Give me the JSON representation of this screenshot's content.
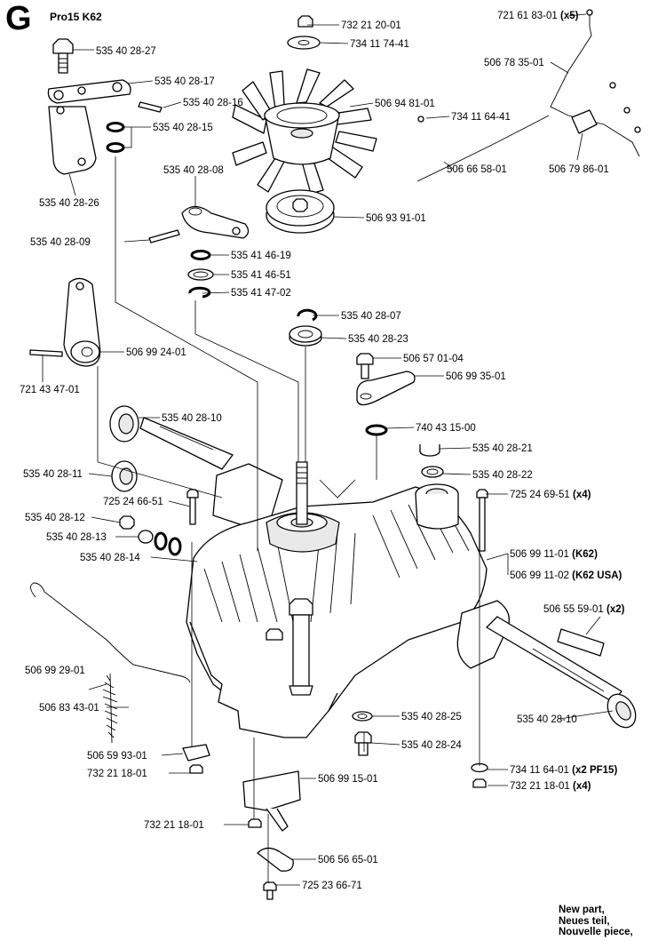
{
  "header": {
    "section": "G",
    "model": "Pro15 K62"
  },
  "legend": [
    "New part,",
    "Neues teil,",
    "Nouvelle piece,"
  ],
  "callouts": [
    {
      "id": "c01",
      "number": "732 21 20-01",
      "qty": ""
    },
    {
      "id": "c02",
      "number": "734 11 74-41",
      "qty": ""
    },
    {
      "id": "c03",
      "number": "721 61 83-01",
      "qty": "(x5)"
    },
    {
      "id": "c04",
      "number": "535 40 28-27",
      "qty": ""
    },
    {
      "id": "c05",
      "number": "506 78 35-01",
      "qty": ""
    },
    {
      "id": "c06",
      "number": "535 40 28-17",
      "qty": ""
    },
    {
      "id": "c07",
      "number": "535 40 28-16",
      "qty": ""
    },
    {
      "id": "c08",
      "number": "506 94 81-01",
      "qty": ""
    },
    {
      "id": "c09",
      "number": "734 11 64-41",
      "qty": ""
    },
    {
      "id": "c10",
      "number": "535 40 28-15",
      "qty": ""
    },
    {
      "id": "c11",
      "number": "506 66 58-01",
      "qty": ""
    },
    {
      "id": "c12",
      "number": "506 79 86-01",
      "qty": ""
    },
    {
      "id": "c13",
      "number": "535 40 28-08",
      "qty": ""
    },
    {
      "id": "c14",
      "number": "535 40 28-26",
      "qty": ""
    },
    {
      "id": "c15",
      "number": "506 93 91-01",
      "qty": ""
    },
    {
      "id": "c16",
      "number": "535 40 28-09",
      "qty": ""
    },
    {
      "id": "c17",
      "number": "535 41 46-19",
      "qty": ""
    },
    {
      "id": "c18",
      "number": "535 41 46-51",
      "qty": ""
    },
    {
      "id": "c19",
      "number": "535 41 47-02",
      "qty": ""
    },
    {
      "id": "c20",
      "number": "535 40 28-07",
      "qty": ""
    },
    {
      "id": "c21",
      "number": "535 40 28-23",
      "qty": ""
    },
    {
      "id": "c22",
      "number": "506 99 24-01",
      "qty": ""
    },
    {
      "id": "c23",
      "number": "506 57 01-04",
      "qty": ""
    },
    {
      "id": "c24",
      "number": "721 43 47-01",
      "qty": ""
    },
    {
      "id": "c25",
      "number": "506 99 35-01",
      "qty": ""
    },
    {
      "id": "c26",
      "number": "535 40 28-10",
      "qty": ""
    },
    {
      "id": "c27",
      "number": "740 43 15-00",
      "qty": ""
    },
    {
      "id": "c28",
      "number": "535 40 28-21",
      "qty": ""
    },
    {
      "id": "c29",
      "number": "535 40 28-11",
      "qty": ""
    },
    {
      "id": "c30",
      "number": "535 40 28-22",
      "qty": ""
    },
    {
      "id": "c31",
      "number": "725 24 66-51",
      "qty": ""
    },
    {
      "id": "c32",
      "number": "725 24 69-51",
      "qty": "(x4)"
    },
    {
      "id": "c33",
      "number": "535 40 28-12",
      "qty": ""
    },
    {
      "id": "c34",
      "number": "535 40 28-13",
      "qty": ""
    },
    {
      "id": "c35",
      "number": "535 40 28-14",
      "qty": ""
    },
    {
      "id": "c36",
      "number": "506 99 11-01",
      "qty": "(K62)"
    },
    {
      "id": "c37",
      "number": "506 99 11-02",
      "qty": "(K62 USA)"
    },
    {
      "id": "c38",
      "number": "506 55 59-01",
      "qty": "(x2)"
    },
    {
      "id": "c39",
      "number": "506 99 29-01",
      "qty": ""
    },
    {
      "id": "c40",
      "number": "506 83 43-01",
      "qty": ""
    },
    {
      "id": "c41",
      "number": "535 40 28-25",
      "qty": ""
    },
    {
      "id": "c42",
      "number": "535 40 28-10",
      "qty": ""
    },
    {
      "id": "c43",
      "number": "535 40 28-24",
      "qty": ""
    },
    {
      "id": "c44",
      "number": "506 59 93-01",
      "qty": ""
    },
    {
      "id": "c45",
      "number": "732 21 18-01",
      "qty": ""
    },
    {
      "id": "c46",
      "number": "734 11 64-01",
      "qty": "(x2 PF15)"
    },
    {
      "id": "c47",
      "number": "506 99 15-01",
      "qty": ""
    },
    {
      "id": "c48",
      "number": "732 21 18-01",
      "qty": "(x4)"
    },
    {
      "id": "c49",
      "number": "732 21 18-01",
      "qty": ""
    },
    {
      "id": "c50",
      "number": "506 56 65-01",
      "qty": ""
    },
    {
      "id": "c51",
      "number": "725 23 66-71",
      "qty": ""
    }
  ]
}
